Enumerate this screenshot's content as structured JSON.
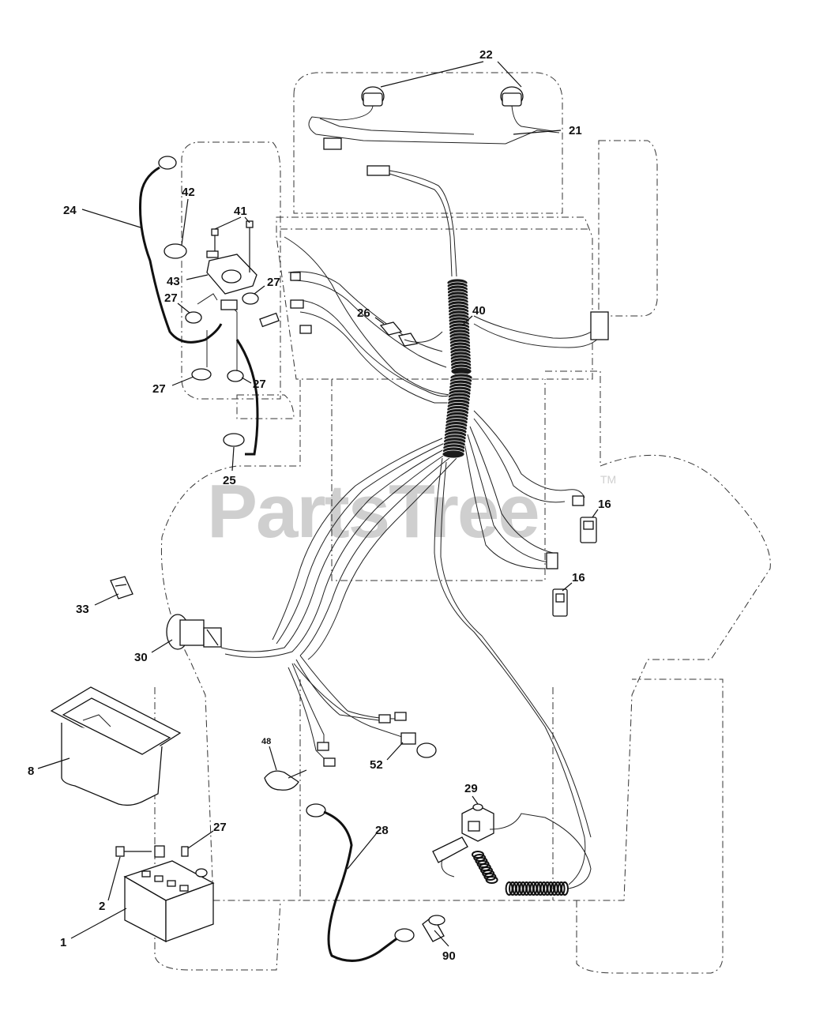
{
  "watermark": {
    "text": "PartsTree",
    "tm": "TM"
  },
  "callouts": [
    {
      "id": "c22",
      "text": "22"
    },
    {
      "id": "c21",
      "text": "21"
    },
    {
      "id": "c24",
      "text": "24"
    },
    {
      "id": "c42",
      "text": "42"
    },
    {
      "id": "c41",
      "text": "41"
    },
    {
      "id": "c43",
      "text": "43"
    },
    {
      "id": "c27a",
      "text": "27"
    },
    {
      "id": "c27b",
      "text": "27"
    },
    {
      "id": "c27c",
      "text": "27"
    },
    {
      "id": "c27d",
      "text": "27"
    },
    {
      "id": "c26",
      "text": "26"
    },
    {
      "id": "c40",
      "text": "40"
    },
    {
      "id": "c25",
      "text": "25"
    },
    {
      "id": "c16a",
      "text": "16"
    },
    {
      "id": "c16b",
      "text": "16"
    },
    {
      "id": "c33",
      "text": "33"
    },
    {
      "id": "c30",
      "text": "30"
    },
    {
      "id": "c48",
      "text": "48"
    },
    {
      "id": "c52",
      "text": "52"
    },
    {
      "id": "c8",
      "text": "8"
    },
    {
      "id": "c29",
      "text": "29"
    },
    {
      "id": "c27e",
      "text": "27"
    },
    {
      "id": "c28",
      "text": "28"
    },
    {
      "id": "c2",
      "text": "2"
    },
    {
      "id": "c1",
      "text": "1"
    },
    {
      "id": "c90",
      "text": "90"
    }
  ]
}
